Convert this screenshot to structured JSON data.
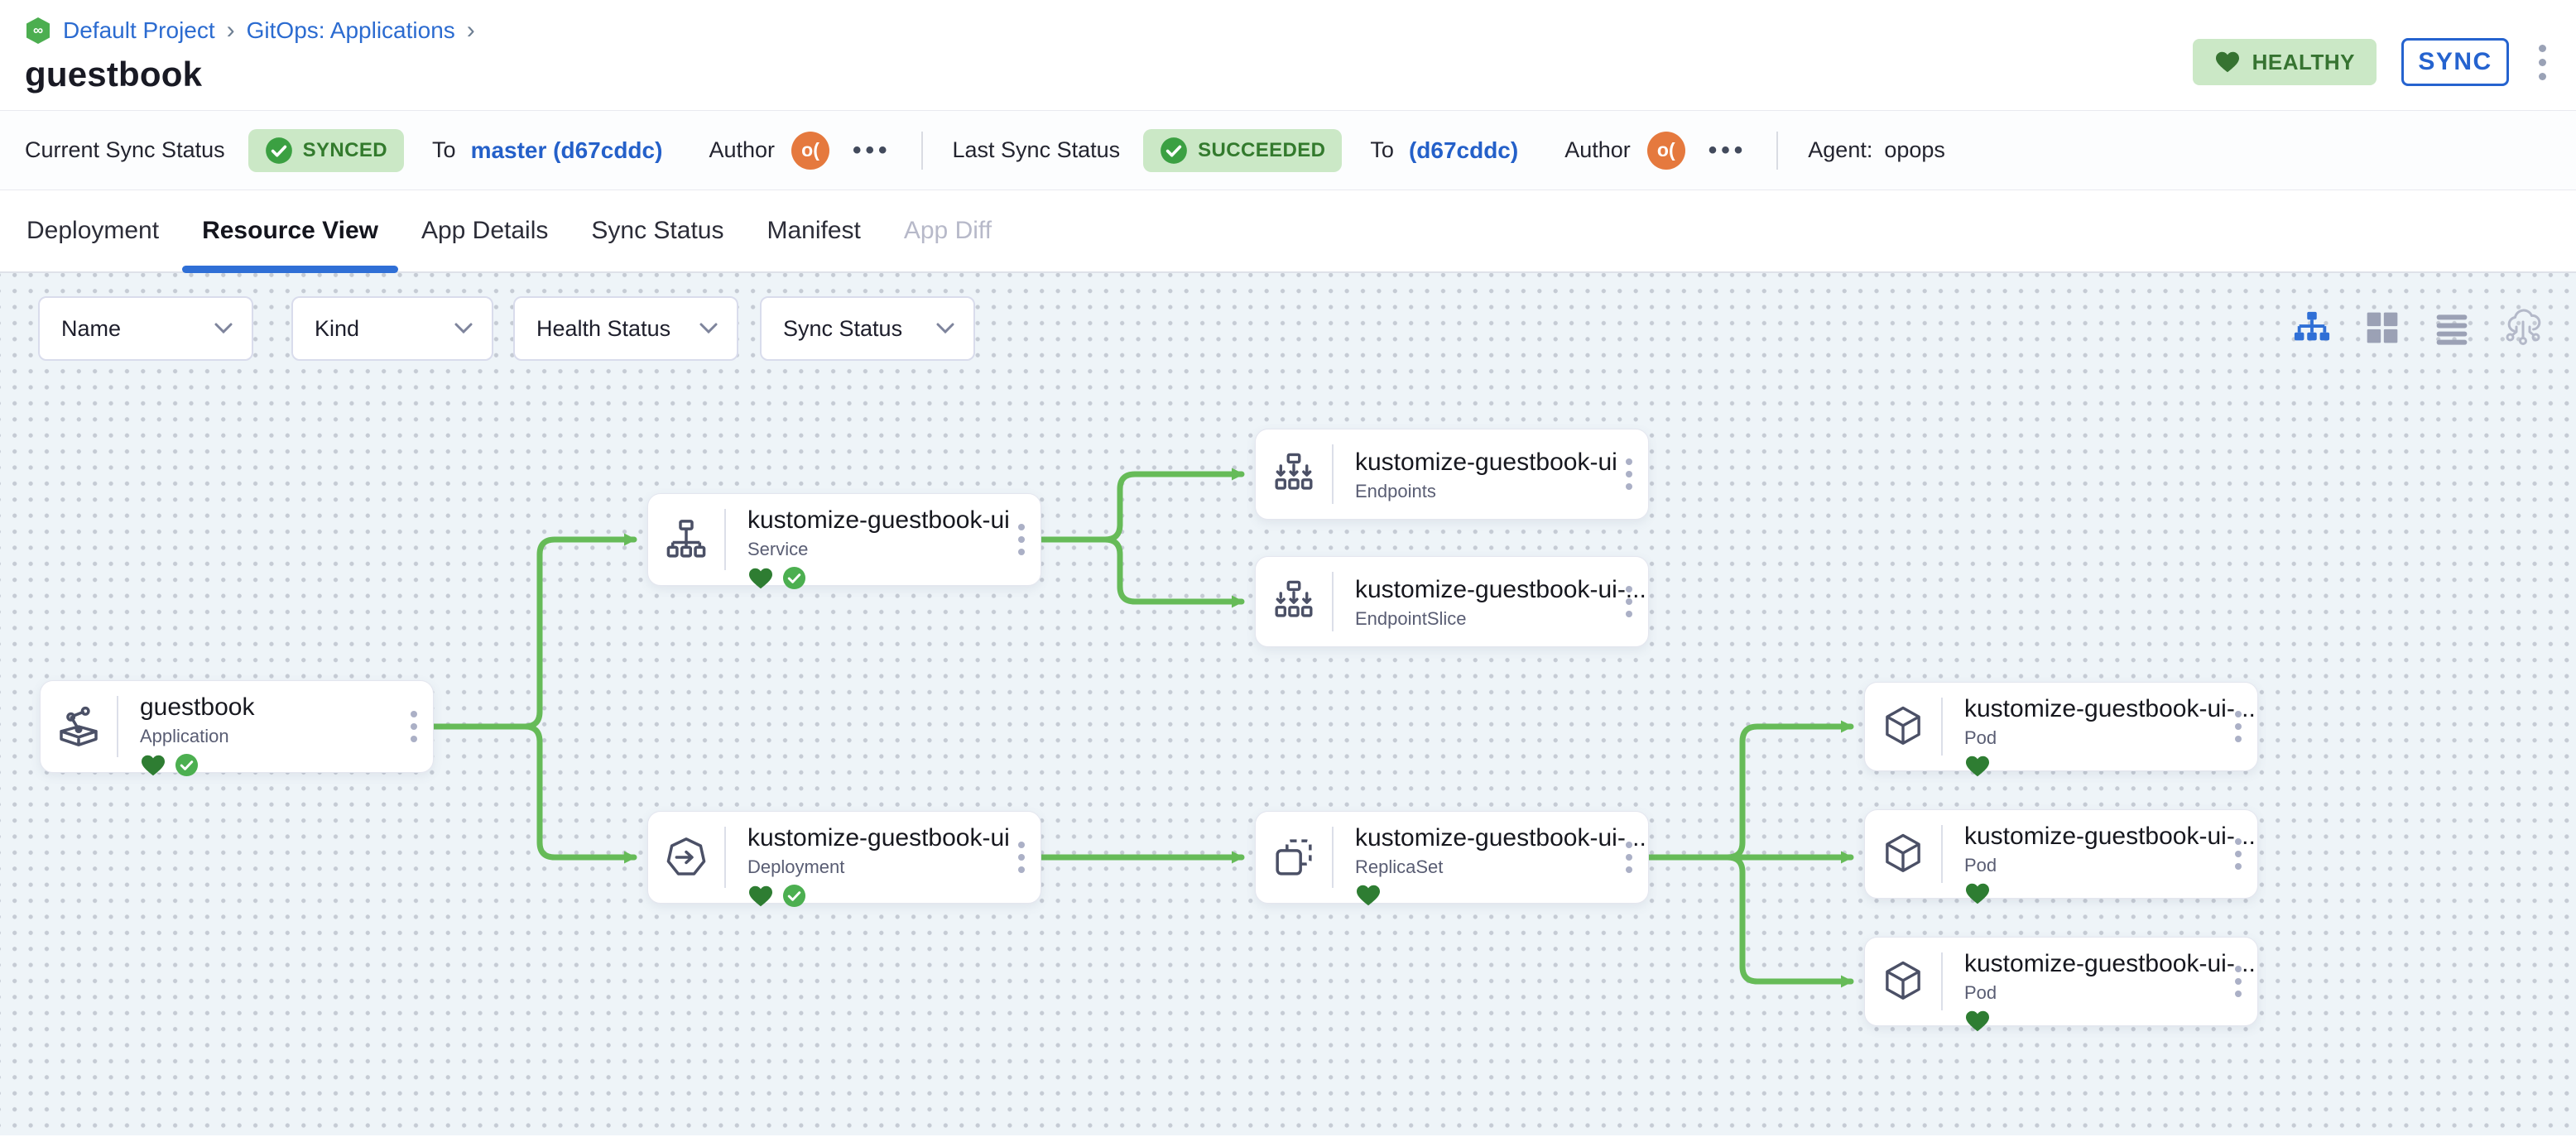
{
  "breadcrumb": {
    "project": "Default Project",
    "section": "GitOps: Applications",
    "separator": "›"
  },
  "header": {
    "title": "guestbook",
    "health_badge": "HEALTHY",
    "sync_button": "SYNC"
  },
  "status_bar": {
    "current": {
      "label": "Current Sync Status",
      "badge": "SYNCED",
      "to_label": "To",
      "revision": "master (d67cddc)",
      "author_label": "Author",
      "author_initials": "o(",
      "more": "•••"
    },
    "last": {
      "label": "Last Sync Status",
      "badge": "SUCCEEDED",
      "to_label": "To",
      "revision": "(d67cddc)",
      "author_label": "Author",
      "author_initials": "o(",
      "more": "•••"
    },
    "agent": {
      "label": "Agent:",
      "value": "opops"
    }
  },
  "tabs": [
    {
      "label": "Deployment",
      "active": false
    },
    {
      "label": "Resource View",
      "active": true
    },
    {
      "label": "App Details",
      "active": false
    },
    {
      "label": "Sync Status",
      "active": false
    },
    {
      "label": "Manifest",
      "active": false
    },
    {
      "label": "App Diff",
      "active": false,
      "disabled": true
    }
  ],
  "filters": [
    {
      "label": "Name"
    },
    {
      "label": "Kind"
    },
    {
      "label": "Health Status"
    },
    {
      "label": "Sync Status"
    }
  ],
  "view_toggles": [
    {
      "icon": "tree-view-icon",
      "active": true
    },
    {
      "icon": "grid-view-icon",
      "active": false
    },
    {
      "icon": "list-view-icon",
      "active": false
    },
    {
      "icon": "cluster-view-icon",
      "active": false
    }
  ],
  "nodes": [
    {
      "title": "guestbook",
      "kind": "Application",
      "icon": "application-icon",
      "healthy": true,
      "synced": true
    },
    {
      "title": "kustomize-guestbook-ui",
      "kind": "Service",
      "icon": "service-icon",
      "healthy": true,
      "synced": true
    },
    {
      "title": "kustomize-guestbook-ui",
      "kind": "Endpoints",
      "icon": "endpoints-icon",
      "healthy": false,
      "synced": false
    },
    {
      "title": "kustomize-guestbook-ui-...",
      "kind": "EndpointSlice",
      "icon": "endpointslice-icon",
      "healthy": false,
      "synced": false
    },
    {
      "title": "kustomize-guestbook-ui",
      "kind": "Deployment",
      "icon": "deployment-icon",
      "healthy": true,
      "synced": true
    },
    {
      "title": "kustomize-guestbook-ui-...",
      "kind": "ReplicaSet",
      "icon": "replicaset-icon",
      "healthy": true,
      "synced": false
    },
    {
      "title": "kustomize-guestbook-ui-...",
      "kind": "Pod",
      "icon": "pod-icon",
      "healthy": true,
      "synced": false
    },
    {
      "title": "kustomize-guestbook-ui-...",
      "kind": "Pod",
      "icon": "pod-icon",
      "healthy": true,
      "synced": false
    },
    {
      "title": "kustomize-guestbook-ui-...",
      "kind": "Pod",
      "icon": "pod-icon",
      "healthy": true,
      "synced": false
    }
  ],
  "colors": {
    "accent_blue": "#2f6fd6",
    "badge_green_bg": "#cbe8c6",
    "badge_green_text": "#337a2d",
    "edge_green": "#66bb58",
    "heart_green": "#2e7d32",
    "check_green": "#4caf50",
    "avatar_orange": "#e5793e",
    "canvas_bg": "#eef4f8"
  }
}
